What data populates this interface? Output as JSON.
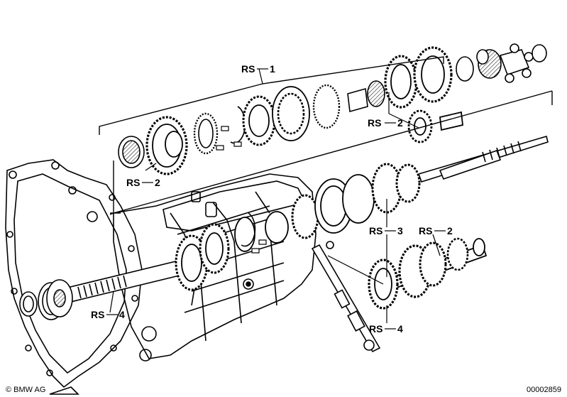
{
  "callouts": {
    "rs1": "RS",
    "rs1_num": "1",
    "rs2_top": "RS",
    "rs2_top_num": "2",
    "rs2_left": "RS",
    "rs2_left_num": "2",
    "rs3": "RS",
    "rs3_num": "3",
    "rs2_right": "RS",
    "rs2_right_num": "2",
    "rs4_left": "RS",
    "rs4_left_num": "4",
    "rs4_right": "RS",
    "rs4_right_num": "4"
  },
  "footer": {
    "copyright": "© BMW AG",
    "diagram_number": "00002859"
  },
  "colors": {
    "ink": "#000000",
    "paper": "#ffffff"
  }
}
